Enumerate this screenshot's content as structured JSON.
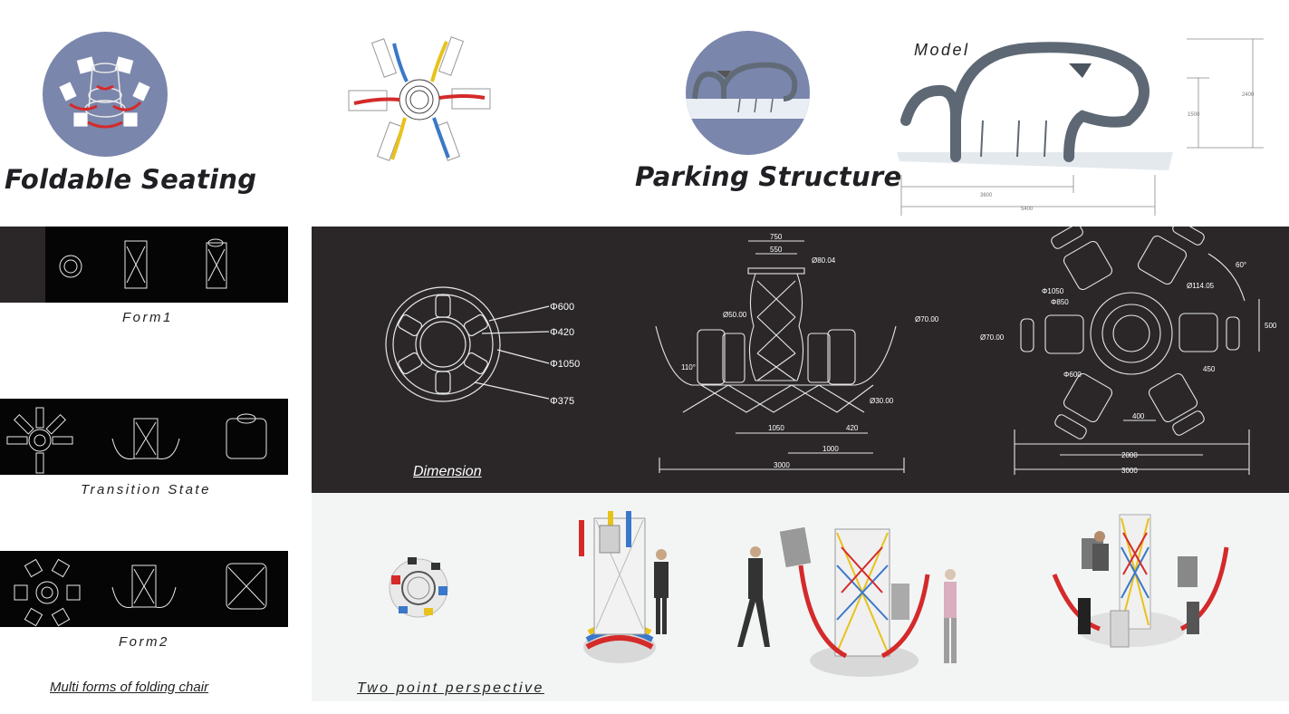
{
  "top": {
    "foldable_title": "Foldable Seating",
    "parking_title": "Parking Structure",
    "model_label": "Model",
    "model_dims": [
      "2400",
      "1500",
      "3600",
      "5400"
    ]
  },
  "forms": {
    "form1_label": "Form1",
    "transition_label": "Transition State",
    "form2_label": "Form2",
    "footer_label": "Multi forms of folding chair"
  },
  "dimension": {
    "label": "Dimension",
    "plan_dims": [
      "Φ600",
      "Φ420",
      "Φ1050",
      "Φ375"
    ],
    "elevation_dims": [
      "750",
      "550",
      "Ø80.04",
      "Ø50.00",
      "Ø70.00",
      "110°",
      "Ø30.00",
      "1050",
      "420",
      "1000",
      "3000"
    ],
    "top_dims": [
      "Φ1050",
      "Φ850",
      "Ø114.05",
      "Ø70.00",
      "Φ600",
      "400",
      "500",
      "450",
      "2000",
      "3000",
      "60°"
    ]
  },
  "perspective": {
    "label": "Two point perspective"
  },
  "colors": {
    "accent_red": "#d42a2a",
    "accent_yellow": "#e8c21a",
    "accent_blue": "#3a78c9",
    "circle_bg": "#7b86ac",
    "dark_panel": "#2b2728"
  }
}
